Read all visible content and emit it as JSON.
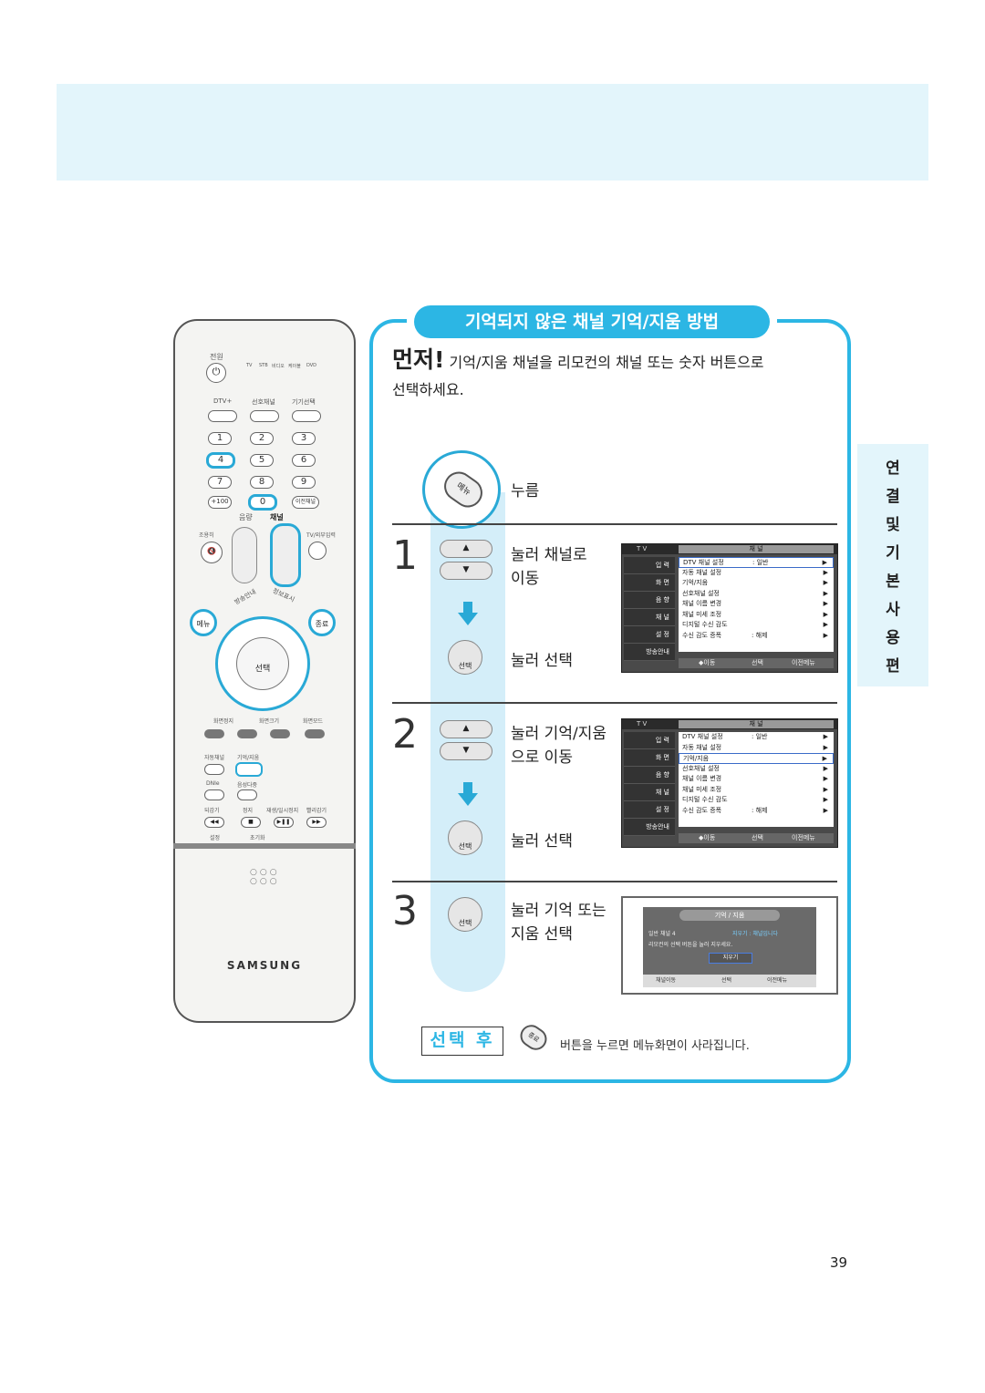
{
  "side_tab": [
    "연",
    "결",
    "및",
    "기",
    "본",
    "사",
    "용",
    "편"
  ],
  "remote": {
    "power": "전원",
    "modes": [
      "TV",
      "STB",
      "비디오",
      "케이블",
      "DVD"
    ],
    "row1": [
      "DTV+",
      "선호채널",
      "기기선택"
    ],
    "numbers": [
      "1",
      "2",
      "3",
      "4",
      "5",
      "6",
      "7",
      "8",
      "9",
      "+100",
      "0",
      "이전채널"
    ],
    "vol": "음량",
    "ch": "채널",
    "mute": "조용히",
    "tv_input": "TV/외부입력",
    "guide": "방송안내",
    "info": "정보표시",
    "menu": "메뉴",
    "exit": "종료",
    "select": "선택",
    "screen_btns": [
      "화면정지",
      "화면크기",
      "화면모드"
    ],
    "lid_row1": [
      "자동채널",
      "기억/지움"
    ],
    "lid_row2": [
      "DNIe",
      "음성다중"
    ],
    "lid_row3": [
      "되감기",
      "정지",
      "재생/일시정지",
      "빨리감기"
    ],
    "lid_row4": [
      "설정",
      "초기화"
    ],
    "logo": "SAMSUNG"
  },
  "panel": {
    "title": "기억되지 않은 채널 기억/지움 방법",
    "intro_big": "먼저!",
    "intro_text": "기억/지움 채널을 리모컨의 채널 또는 숫자 버튼으로",
    "intro_text2": "선택하세요.",
    "press": "누름",
    "menu_key": "메뉴",
    "step1_num": "1",
    "step1_a": "눌러 채널로",
    "step1_b": "이동",
    "step1_c": "눌러 선택",
    "step2_num": "2",
    "step2_a": "눌러 기억/지움",
    "step2_b": "으로 이동",
    "step2_c": "눌러 선택",
    "step3_num": "3",
    "step3_a": "눌러 기억 또는",
    "step3_b": "지움 선택",
    "select_label": "선택",
    "after_label": "선택 후",
    "after_key": "종료",
    "after_text": "버튼을 누르면 메뉴화면이 사라집니다."
  },
  "osd": {
    "tv": "T V",
    "head": "채 널",
    "side": [
      "입 력",
      "화 면",
      "음 향",
      "채 널",
      "설 정",
      "방송안내"
    ],
    "rows": [
      {
        "label": "DTV 채널 설정",
        "value": ": 일반"
      },
      {
        "label": "자동 채널 설정",
        "value": ""
      },
      {
        "label": "기억/지움",
        "value": ""
      },
      {
        "label": "선호채널 설정",
        "value": ""
      },
      {
        "label": "채널 이름 변경",
        "value": ""
      },
      {
        "label": "채널 미세 조정",
        "value": ""
      },
      {
        "label": "디지털 수신 감도",
        "value": ""
      },
      {
        "label": "수신 감도 증폭",
        "value": ": 해제"
      }
    ],
    "foot": [
      "◆이동",
      "선택",
      "이전메뉴"
    ]
  },
  "osd3": {
    "head": "기억 / 지움",
    "line1": "일반 채널 4",
    "line1b": "지우기 : 채널입니다",
    "line2": "리모컨의 선택 버튼을 눌러 지우세요.",
    "btn": "지우기",
    "foot": [
      "채널이동",
      "선택",
      "이전메뉴"
    ]
  },
  "page_number": "39"
}
